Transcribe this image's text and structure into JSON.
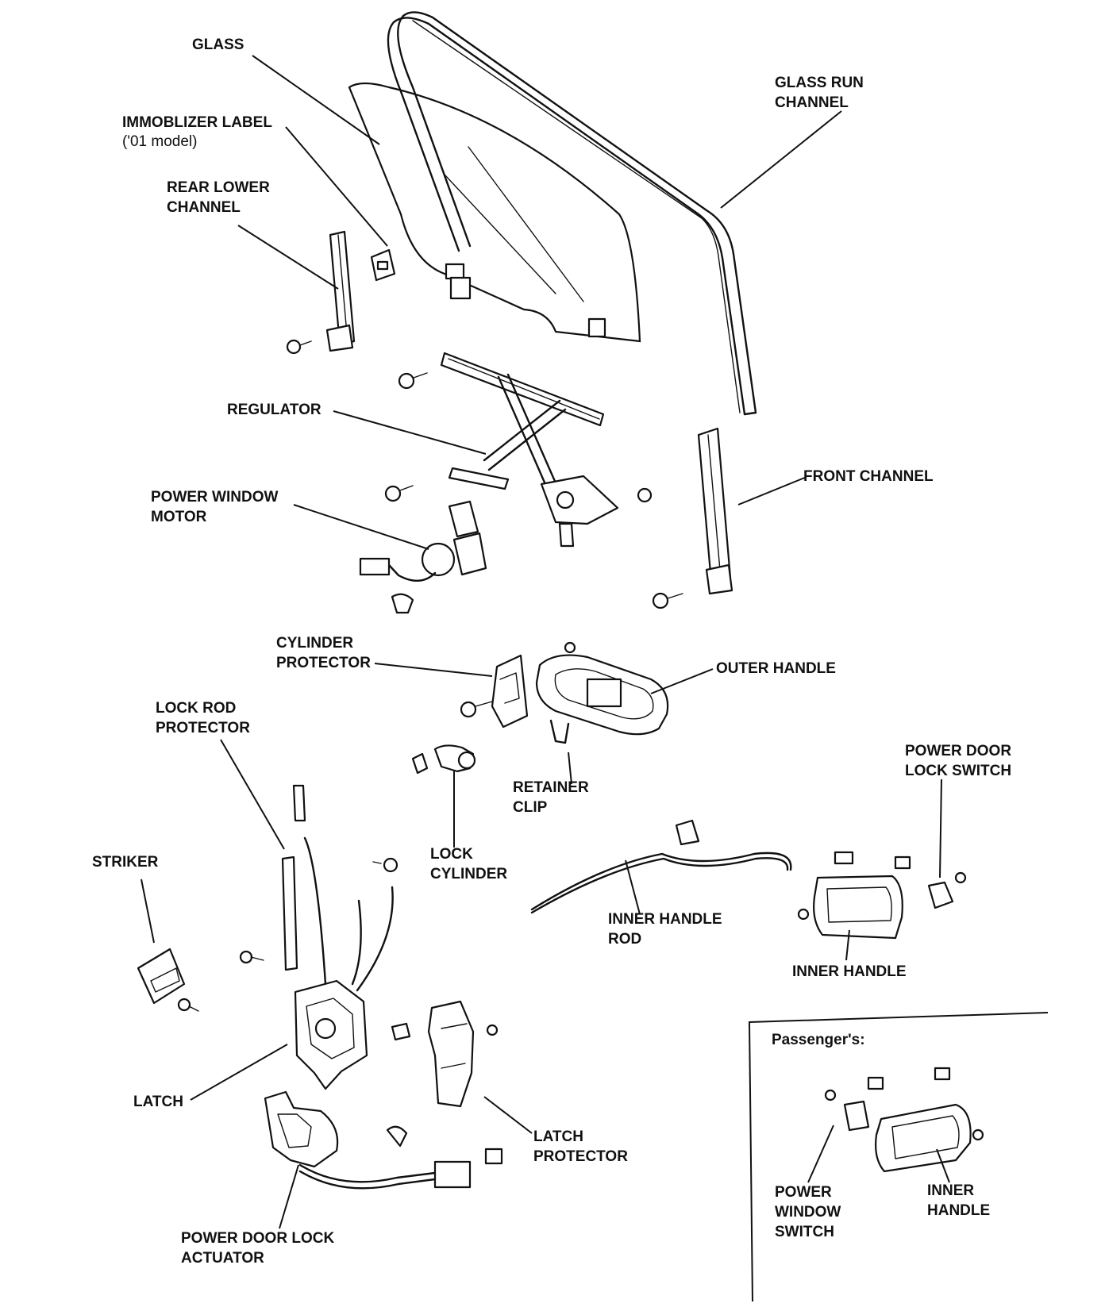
{
  "labels": {
    "glass": "GLASS",
    "glass_run_channel": "GLASS RUN\nCHANNEL",
    "immobilizer_label": "IMMOBLIZER LABEL",
    "immobilizer_note": "('01 model)",
    "rear_lower_channel": "REAR LOWER\nCHANNEL",
    "regulator": "REGULATOR",
    "front_channel": "FRONT CHANNEL",
    "power_window_motor": "POWER WINDOW\nMOTOR",
    "cylinder_protector": "CYLINDER\nPROTECTOR",
    "outer_handle": "OUTER HANDLE",
    "lock_rod_protector": "LOCK ROD\nPROTECTOR",
    "retainer_clip": "RETAINER\nCLIP",
    "power_door_lock_switch": "POWER DOOR\nLOCK SWITCH",
    "lock_cylinder": "LOCK\nCYLINDER",
    "striker": "STRIKER",
    "inner_handle_rod": "INNER HANDLE\nROD",
    "inner_handle": "INNER HANDLE",
    "latch": "LATCH",
    "latch_protector": "LATCH\nPROTECTOR",
    "power_door_lock_actuator": "POWER DOOR LOCK\nACTUATOR"
  },
  "inset": {
    "title": "Passenger's:",
    "power_window_switch": "POWER\nWINDOW\nSWITCH",
    "inner_handle": "INNER\nHANDLE"
  }
}
